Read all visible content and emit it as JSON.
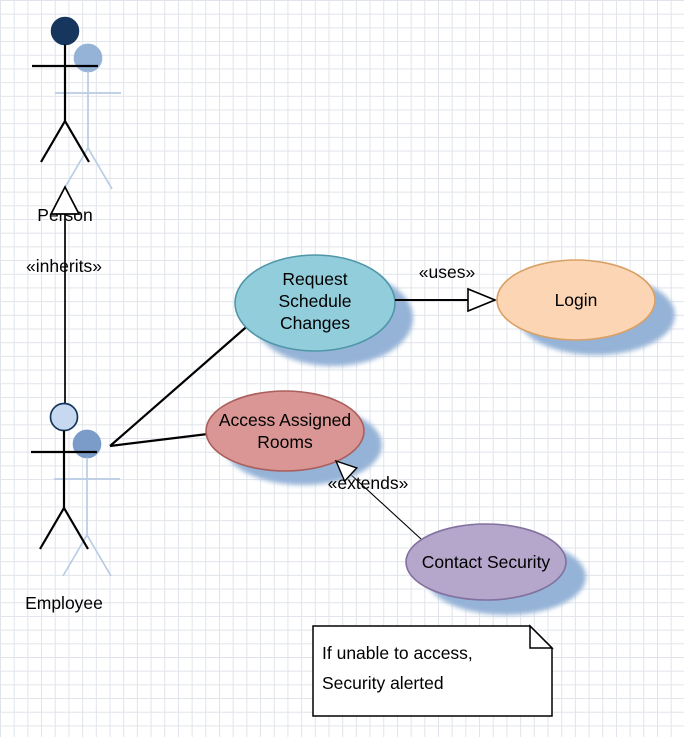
{
  "diagram": {
    "actors": {
      "person": {
        "label": "Person",
        "head_color": "#17365d",
        "shadow_head_color": "#95b3d7",
        "shadow_line_color": "#b8cce4"
      },
      "employee": {
        "label": "Employee",
        "head_color": "#c6d9f1",
        "shadow_head_color": "#7b9cc9",
        "shadow_line_color": "#b8cce4"
      }
    },
    "relations": {
      "inherits_label": "«inherits»",
      "uses_label": "«uses»",
      "extends_label": "«extends»"
    },
    "use_cases": {
      "request_schedule_changes": {
        "label": "Request Schedule Changes",
        "lines": [
          "Request",
          "Schedule",
          "Changes"
        ],
        "fill": "#92cddc",
        "stroke": "#4f97a8"
      },
      "login": {
        "label": "Login",
        "fill": "#fcd5b4",
        "stroke": "#d9a065"
      },
      "access_assigned_rooms": {
        "label": "Access Assigned Rooms",
        "lines": [
          "Access Assigned",
          "Rooms"
        ],
        "fill": "#d99694",
        "stroke": "#aa5f5d"
      },
      "contact_security": {
        "label": "Contact Security",
        "fill": "#b5a6cb",
        "stroke": "#82709f"
      }
    },
    "note": {
      "line1": "If unable to access,",
      "line2": "Security alerted"
    },
    "shadow_color": "#95b3d7"
  }
}
